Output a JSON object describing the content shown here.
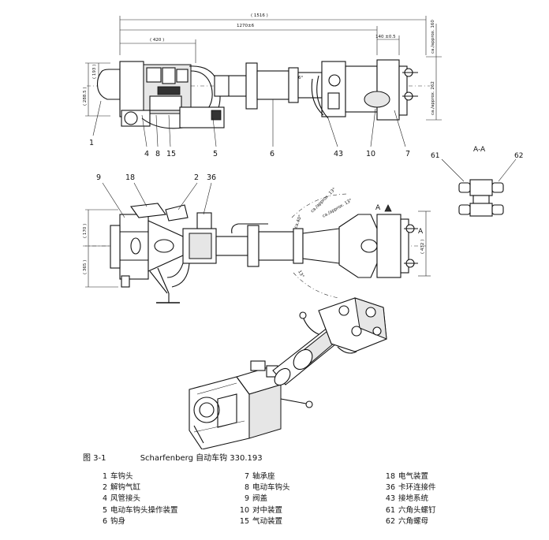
{
  "dimensions": {
    "total": "( 1516 )",
    "main": "1270±6",
    "head": "( 420 )",
    "flange": "140 ±0.5",
    "h_193": "( 193 )",
    "h_288": "( 288.5 )",
    "r_160": "ca./approx. 160",
    "r_262": "ca./approx. 262",
    "mid_v": "( 170 )",
    "mid_v2": "( 365 )",
    "mid_r": "( 432 )",
    "angle_13_a": "13°",
    "angle_13_b": "ca./approx. 13°",
    "angle_13_c": "ca./approx. 13°",
    "angle_6": "6°",
    "angle_40": "ca.40°",
    "section_a": "A",
    "section_a_right": "A"
  },
  "callouts_top": [
    "1",
    "4",
    "8",
    "15",
    "5",
    "6",
    "43",
    "10",
    "7"
  ],
  "callouts_mid": [
    "9",
    "18",
    "2",
    "36"
  ],
  "section": {
    "title": "A-A",
    "left": "61",
    "right": "62"
  },
  "caption": {
    "figure": "图 3-1",
    "title": "Scharfenberg 自动车钩 330.193"
  },
  "legend": [
    [
      {
        "num": "1",
        "text": "车钩头"
      },
      {
        "num": "2",
        "text": "解钩气缸"
      },
      {
        "num": "4",
        "text": "风管接头"
      },
      {
        "num": "5",
        "text": "电动车钩头操作装置"
      },
      {
        "num": "6",
        "text": "钩身"
      }
    ],
    [
      {
        "num": "7",
        "text": "轴承座"
      },
      {
        "num": "8",
        "text": "电动车钩头"
      },
      {
        "num": "9",
        "text": "阀盖"
      },
      {
        "num": "10",
        "text": "对中装置"
      },
      {
        "num": "15",
        "text": "气动装置"
      }
    ],
    [
      {
        "num": "18",
        "text": "电气装置"
      },
      {
        "num": "36",
        "text": "卡环连接件"
      },
      {
        "num": "43",
        "text": "接地系统"
      },
      {
        "num": "61",
        "text": "六角头螺钉"
      },
      {
        "num": "62",
        "text": "六角螺母"
      }
    ]
  ]
}
